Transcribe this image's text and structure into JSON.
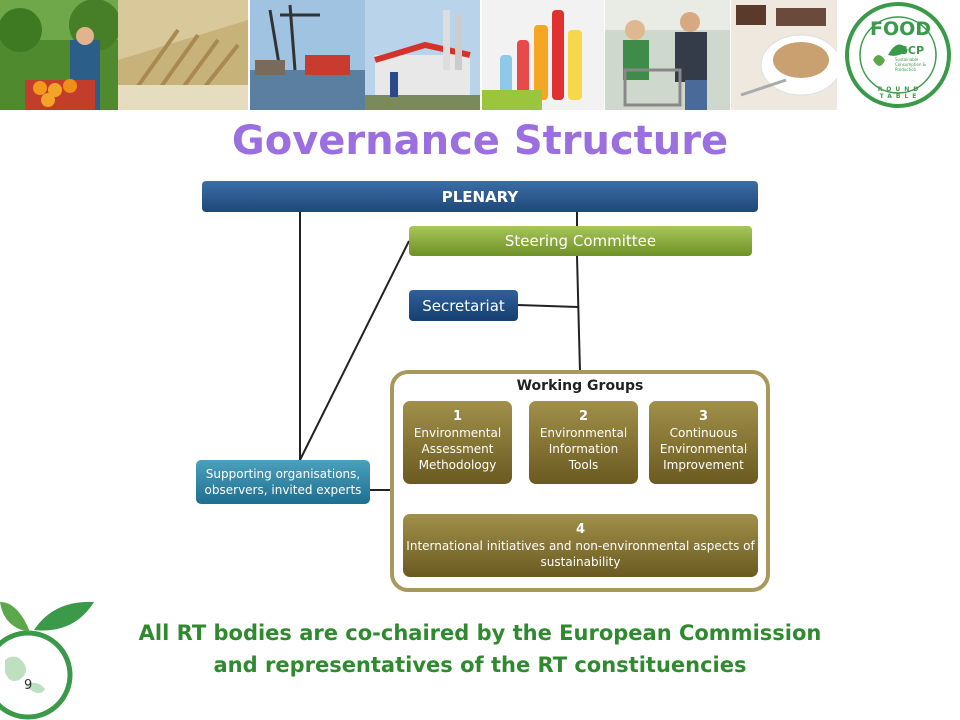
{
  "title": "Governance Structure",
  "logo": {
    "name": "FOOD",
    "sub": "SCP",
    "tag1": "Sustainable",
    "tag2": "Consumption &",
    "tag3": "Production",
    "ring": "ROUND TABLE"
  },
  "diagram": {
    "plenary": "PLENARY",
    "steering": "Steering Committee",
    "secretariat": "Secretariat",
    "supporting": [
      "Supporting organisations,",
      "observers, invited experts"
    ],
    "working_groups_title": "Working Groups",
    "groups": [
      {
        "num": "1",
        "lines": [
          "Environmental",
          "Assessment",
          "Methodology"
        ]
      },
      {
        "num": "2",
        "lines": [
          "Environmental",
          "Information",
          "Tools"
        ]
      },
      {
        "num": "3",
        "lines": [
          "Continuous",
          "Environmental",
          "Improvement"
        ]
      },
      {
        "num": "4",
        "lines": [
          "International initiatives and non-environmental aspects of",
          "sustainability"
        ]
      }
    ]
  },
  "footer": [
    "All RT bodies are co-chaired by the European Commission",
    "and representatives of the RT constituencies"
  ],
  "page_number": "9",
  "colors": {
    "title": "#9b6fe0",
    "footer": "#2f8a2f",
    "plenary": "#1d4778",
    "steering": "#6f9026",
    "wg": "#6a5a20",
    "frame": "#a8985a"
  }
}
